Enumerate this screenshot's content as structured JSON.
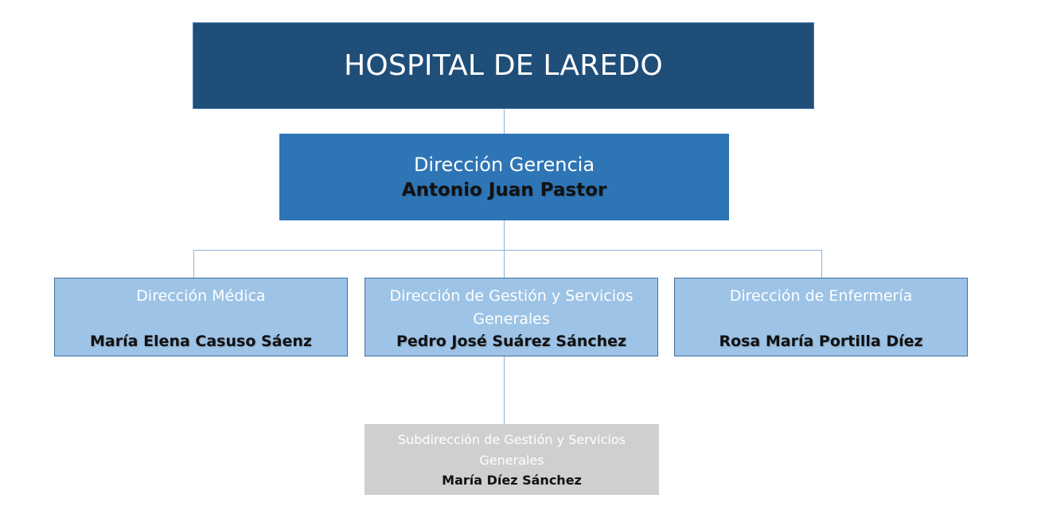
{
  "hospital": {
    "title": "HOSPITAL DE LAREDO"
  },
  "gerencia": {
    "role": "Dirección Gerencia",
    "name": "Antonio Juan Pastor"
  },
  "direcciones": [
    {
      "role": "Dirección Médica",
      "name": "María Elena Casuso Sáenz"
    },
    {
      "role": "Dirección de Gestión y Servicios Generales",
      "name": "Pedro José Suárez Sánchez"
    },
    {
      "role": "Dirección de Enfermería",
      "name": "Rosa María Portilla Díez"
    }
  ],
  "subdireccion": {
    "role": "Subdirección de Gestión y Servicios Generales",
    "name": "María Díez Sánchez"
  },
  "colors": {
    "top": "#1f4e79",
    "gerencia": "#2e75b6",
    "direcciones": "#9dc3e6",
    "subdireccion": "#d0cece",
    "connector": "#8fb4d9"
  }
}
